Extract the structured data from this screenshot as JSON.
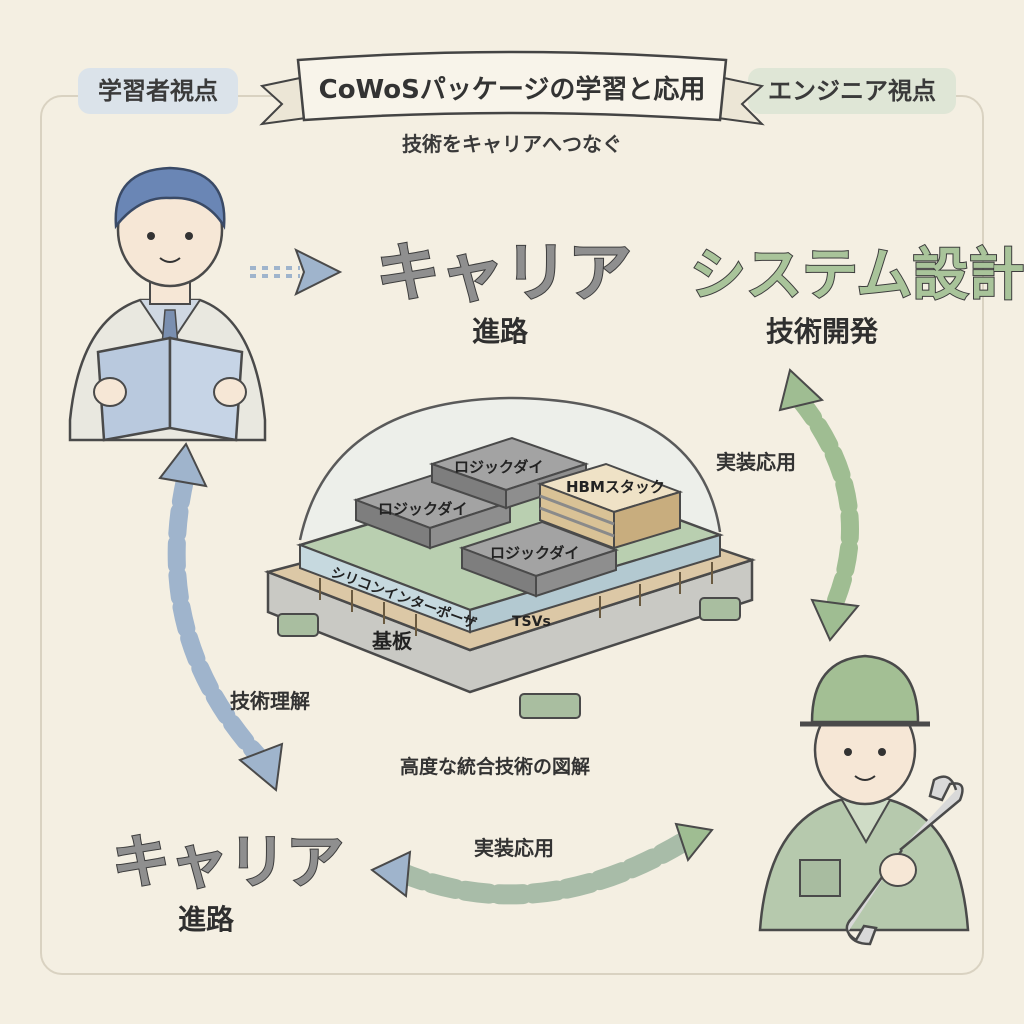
{
  "header": {
    "left_badge": "学習者視点",
    "right_badge": "エンジニア視点",
    "title": "CoWoSパッケージの学習と応用",
    "subtitle": "技術をキャリアへつなぐ"
  },
  "labels": {
    "career_top": "キャリア",
    "career_top_sub": "進路",
    "system_design": "システム設計",
    "system_design_sub": "技術開発",
    "career_bottom": "キャリア",
    "career_bottom_sub": "進路",
    "arrow_right_label": "実装応用",
    "arrow_left_label": "技術理解",
    "arrow_bottom_label": "実装応用",
    "caption": "高度な統合技術の図解"
  },
  "package": {
    "logic_die_1": "ロジックダイ",
    "logic_die_2": "ロジックダイ",
    "logic_die_3": "ロジックダイ",
    "hbm": "HBMスタック",
    "interposer": "シリコンインターポーザ",
    "tsv": "TSVs",
    "substrate": "基板"
  },
  "colors": {
    "background": "#f4efe2",
    "blue_accent": "#9fb4cc",
    "green_accent": "#9fbd92",
    "die_gray": "#9a9a9a"
  }
}
